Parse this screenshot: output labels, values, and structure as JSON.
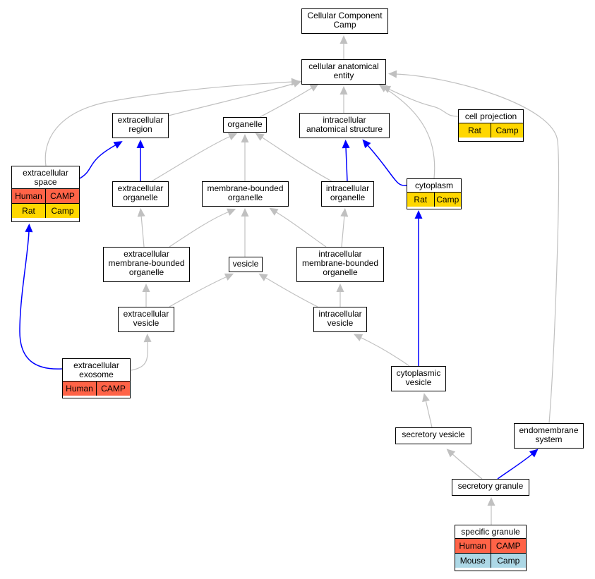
{
  "colors": {
    "grey_edge": "#c0c0c0",
    "blue_edge": "#0000ff",
    "human": "#ff6347",
    "rat": "#ffd700",
    "mouse": "#add8e6"
  },
  "nodes": {
    "cc_camp": {
      "label": "Cellular Component\nCamp"
    },
    "cae": {
      "label": "cellular anatomical\nentity"
    },
    "ext_region": {
      "label": "extracellular\nregion"
    },
    "organelle": {
      "label": "organelle"
    },
    "ias": {
      "label": "intracellular\nanatomical structure"
    },
    "cell_proj": {
      "label": "cell projection",
      "rows": [
        [
          {
            "text": "Rat",
            "color": "rat"
          },
          {
            "text": "Camp",
            "color": "rat"
          }
        ]
      ]
    },
    "ext_space": {
      "label": "extracellular\nspace",
      "rows": [
        [
          {
            "text": "Human",
            "color": "human"
          },
          {
            "text": "CAMP",
            "color": "human"
          }
        ],
        [
          {
            "text": "Rat",
            "color": "rat"
          },
          {
            "text": "Camp",
            "color": "rat"
          }
        ]
      ]
    },
    "ext_org": {
      "label": "extracellular\norganelle"
    },
    "mbo": {
      "label": "membrane-bounded\norganelle"
    },
    "ic_org": {
      "label": "intracellular\norganelle"
    },
    "cytoplasm": {
      "label": "cytoplasm",
      "rows": [
        [
          {
            "text": "Rat",
            "color": "rat"
          },
          {
            "text": "Camp",
            "color": "rat"
          }
        ]
      ]
    },
    "ext_mbo": {
      "label": "extracellular\nmembrane-bounded\norganelle"
    },
    "vesicle": {
      "label": "vesicle"
    },
    "ic_mbo": {
      "label": "intracellular\nmembrane-bounded\norganelle"
    },
    "ext_ves": {
      "label": "extracellular\nvesicle"
    },
    "ic_ves": {
      "label": "intracellular\nvesicle"
    },
    "exosome": {
      "label": "extracellular\nexosome",
      "rows": [
        [
          {
            "text": "Human",
            "color": "human"
          },
          {
            "text": "CAMP",
            "color": "human"
          }
        ]
      ]
    },
    "cyto_ves": {
      "label": "cytoplasmic\nvesicle"
    },
    "sec_ves": {
      "label": "secretory vesicle"
    },
    "endomem": {
      "label": "endomembrane\nsystem"
    },
    "sec_gran": {
      "label": "secretory granule"
    },
    "spec_gran": {
      "label": "specific granule",
      "rows": [
        [
          {
            "text": "Human",
            "color": "human"
          },
          {
            "text": "CAMP",
            "color": "human"
          }
        ],
        [
          {
            "text": "Mouse",
            "color": "mouse"
          },
          {
            "text": "Camp",
            "color": "mouse"
          }
        ]
      ]
    }
  },
  "edges": [
    {
      "from": "cae",
      "to": "cc_camp",
      "kind": "grey"
    },
    {
      "from": "ext_region",
      "to": "cae",
      "kind": "grey"
    },
    {
      "from": "organelle",
      "to": "cae",
      "kind": "grey"
    },
    {
      "from": "ias",
      "to": "cae",
      "kind": "grey"
    },
    {
      "from": "cell_proj",
      "to": "cae",
      "kind": "grey"
    },
    {
      "from": "ext_space",
      "to": "cae",
      "kind": "grey"
    },
    {
      "from": "cytoplasm",
      "to": "cae",
      "kind": "grey"
    },
    {
      "from": "endomem",
      "to": "cae",
      "kind": "grey"
    },
    {
      "from": "ext_space",
      "to": "ext_region",
      "kind": "blue"
    },
    {
      "from": "ext_org",
      "to": "ext_region",
      "kind": "blue"
    },
    {
      "from": "ext_org",
      "to": "organelle",
      "kind": "grey"
    },
    {
      "from": "mbo",
      "to": "organelle",
      "kind": "grey"
    },
    {
      "from": "ic_org",
      "to": "organelle",
      "kind": "grey"
    },
    {
      "from": "ic_org",
      "to": "ias",
      "kind": "blue"
    },
    {
      "from": "cytoplasm",
      "to": "ias",
      "kind": "blue"
    },
    {
      "from": "ext_mbo",
      "to": "ext_org",
      "kind": "grey"
    },
    {
      "from": "ext_mbo",
      "to": "mbo",
      "kind": "grey"
    },
    {
      "from": "vesicle",
      "to": "mbo",
      "kind": "grey"
    },
    {
      "from": "ic_mbo",
      "to": "mbo",
      "kind": "grey"
    },
    {
      "from": "ic_mbo",
      "to": "ic_org",
      "kind": "grey"
    },
    {
      "from": "ext_ves",
      "to": "ext_mbo",
      "kind": "grey"
    },
    {
      "from": "ext_ves",
      "to": "vesicle",
      "kind": "grey"
    },
    {
      "from": "ic_ves",
      "to": "vesicle",
      "kind": "grey"
    },
    {
      "from": "ic_ves",
      "to": "ic_mbo",
      "kind": "grey"
    },
    {
      "from": "exosome",
      "to": "ext_space",
      "kind": "blue"
    },
    {
      "from": "exosome",
      "to": "ext_ves",
      "kind": "grey"
    },
    {
      "from": "cyto_ves",
      "to": "ic_ves",
      "kind": "grey"
    },
    {
      "from": "cyto_ves",
      "to": "cytoplasm",
      "kind": "blue"
    },
    {
      "from": "sec_ves",
      "to": "cyto_ves",
      "kind": "grey"
    },
    {
      "from": "sec_gran",
      "to": "sec_ves",
      "kind": "grey"
    },
    {
      "from": "sec_gran",
      "to": "endomem",
      "kind": "blue"
    },
    {
      "from": "spec_gran",
      "to": "sec_gran",
      "kind": "grey"
    }
  ]
}
